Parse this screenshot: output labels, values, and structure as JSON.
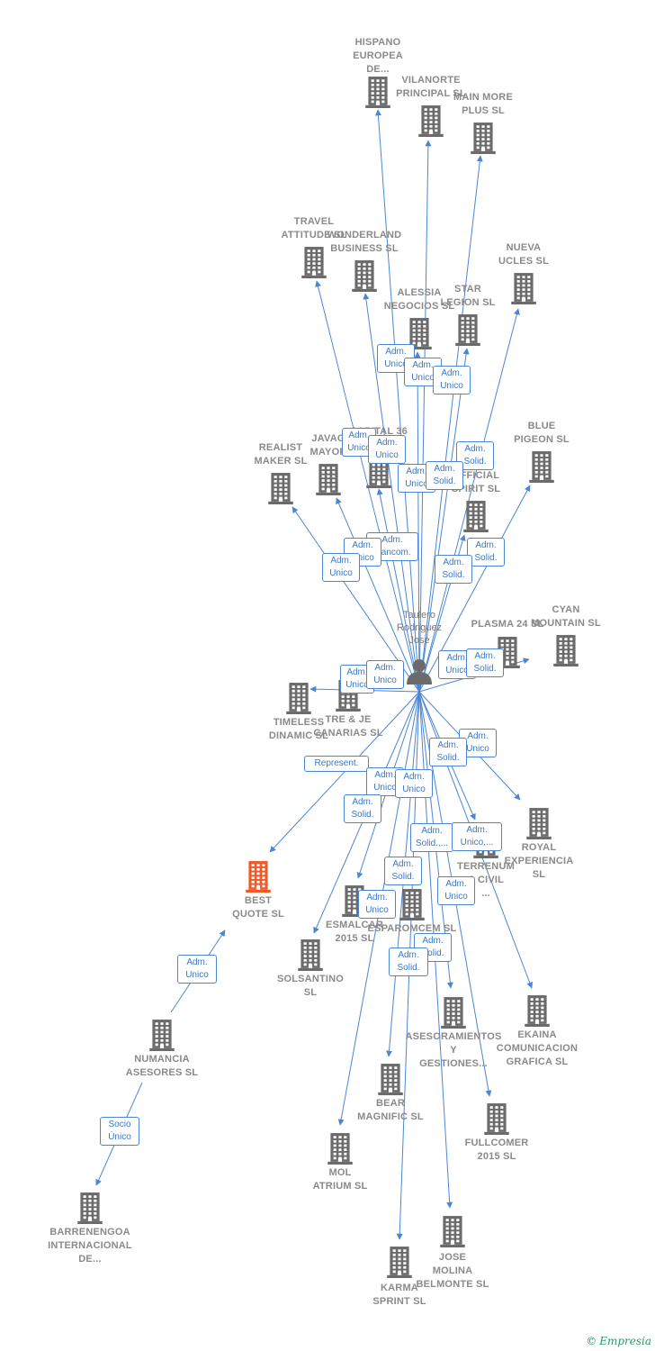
{
  "colors": {
    "edge": "#4a86d4",
    "building": "#6b6b6b",
    "building_focus": "#f05a28",
    "label": "#8a8a8a"
  },
  "person": {
    "name": "Taulero\nRodriguez\nJose",
    "icon": "person-icon"
  },
  "companies": [
    {
      "id": "hispano",
      "name": "HISPANO\nEUROPEA\nDE..."
    },
    {
      "id": "vilanorte",
      "name": "VILANORTE\nPRINCIPAL  SL"
    },
    {
      "id": "mainmore",
      "name": "MAIN MORE\nPLUS  SL"
    },
    {
      "id": "travel",
      "name": "TRAVEL\nATTITUDE  SL"
    },
    {
      "id": "wonderland",
      "name": "WONDERLAND\nBUSINESS  SL"
    },
    {
      "id": "nueva",
      "name": "NUEVA\nUCLES  SL"
    },
    {
      "id": "alessia",
      "name": "ALESSIA\nNEGOCIOS  SL"
    },
    {
      "id": "star",
      "name": "STAR\nLEGION  SL"
    },
    {
      "id": "realist",
      "name": "REALIST\nMAKER  SL"
    },
    {
      "id": "javag",
      "name": "JAVAG\nMAYOR"
    },
    {
      "id": "capital36",
      "name": "CAPITAL 36\nINV  SL"
    },
    {
      "id": "official",
      "name": "OFFICIAL\nSPIRIT  SL"
    },
    {
      "id": "blue",
      "name": "BLUE\nPIGEON  SL"
    },
    {
      "id": "plasma",
      "name": "PLASMA 24  SL"
    },
    {
      "id": "cyan",
      "name": "CYAN\nMOUNTAIN  SL"
    },
    {
      "id": "timeless",
      "name": "TIMELESS\nDINAMIC  SL"
    },
    {
      "id": "treje",
      "name": "TRE & JE\nCANARIAS  SL"
    },
    {
      "id": "royal",
      "name": "ROYAL\nEXPERIENCIA\nSL"
    },
    {
      "id": "best",
      "name": "BEST\nQUOTE  SL",
      "focus": true
    },
    {
      "id": "terrenum",
      "name": "TERRENUM\nA CIVIL\n..."
    },
    {
      "id": "esmalcar",
      "name": "ESMALCAR\n2015  SL"
    },
    {
      "id": "esparomcem",
      "name": "ESPAROMCEM  SL"
    },
    {
      "id": "solsantino",
      "name": "SOLSANTINO\nSL"
    },
    {
      "id": "numancia",
      "name": "NUMANCIA\nASESORES  SL"
    },
    {
      "id": "asesoramientos",
      "name": "ASESORAMIENTOS\nY\nGESTIONES..."
    },
    {
      "id": "ekaina",
      "name": "EKAINA\nCOMUNICACION\nGRAFICA  SL"
    },
    {
      "id": "bear",
      "name": "BEAR\nMAGNIFIC  SL"
    },
    {
      "id": "fullcomer",
      "name": "FULLCOMER\n2015  SL"
    },
    {
      "id": "mol",
      "name": "MOL\nATRIUM  SL"
    },
    {
      "id": "barrenengoa",
      "name": "BARRENENGOA\nINTERNACIONAL\nDE..."
    },
    {
      "id": "josemolina",
      "name": "JOSE\nMOLINA\nBELMONTE  SL"
    },
    {
      "id": "karma",
      "name": "KARMA\nSPRINT  SL"
    }
  ],
  "badges": [
    "Adm.\nUnico",
    "Adm.\nUnico",
    "Adm.\nUnico",
    "Adm.\nSolid.",
    "Adm.\nUnico",
    "Adm.\nUnico",
    "Adm.\nUnico",
    "Adm.\nSolid.",
    "Adm.\nSolid.",
    "Adm.\nMancom.",
    "Adm.\nUnico",
    "Adm.\nUnico",
    "Adm.\nSolid.",
    "Adm.\nUnico",
    "Adm.\nSolid.",
    "Adm.\nUnico",
    "Adm.\nUnico",
    "Adm.\nUnico",
    "Adm.\nSolid.",
    "Represent.",
    "Adm.\nUnico",
    "Adm.\nUnico",
    "Adm.\nSolid.",
    "Adm.\nSolid.,...",
    "Adm.\nUnico,...",
    "Adm.\nSolid.",
    "Adm.\nUnico",
    "Adm.\nUnico",
    "Adm.\nSolid.",
    "Adm.\nSolid.",
    "Adm.\nUnico",
    "Socio\nÚnico"
  ],
  "brand": {
    "copyright": "©",
    "name": "Empresia"
  }
}
